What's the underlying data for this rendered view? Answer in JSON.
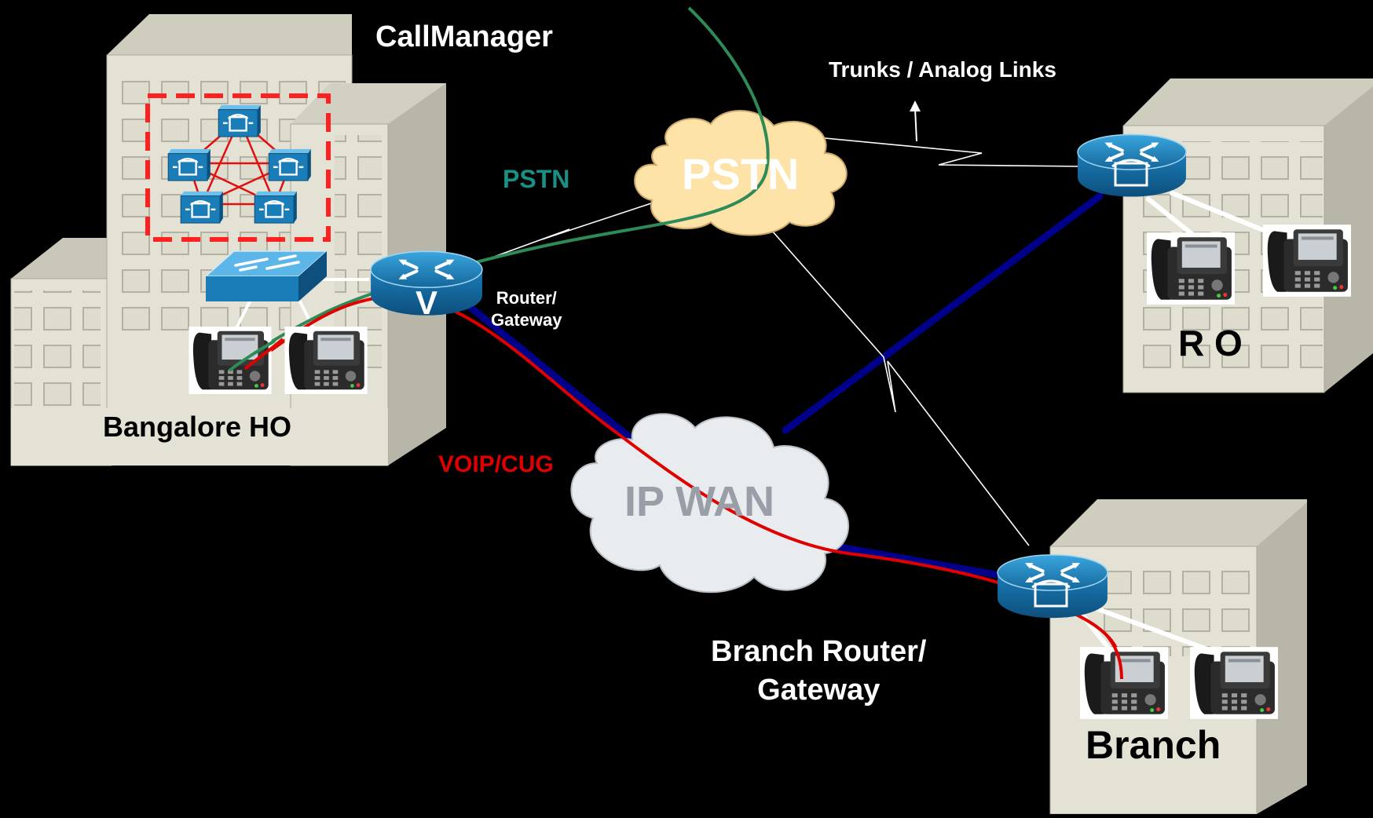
{
  "labels": {
    "callmanager": "CallManager",
    "trunks": "Trunks / Analog Links",
    "pstn_link": "PSTN",
    "pstn_cloud": "PSTN",
    "router_gateway": "Router/\nGateway",
    "bangalore": "Bangalore HO",
    "voip": "VOIP/CUG",
    "ipwan": "IP WAN",
    "ro": "R O",
    "branch_router": "Branch Router/\nGateway",
    "branch": "Branch"
  },
  "colors": {
    "background": "#000000",
    "building": "#e4e2d4",
    "wan_link": "#00008b",
    "voip_path": "#e00000",
    "pstn_path": "#2e8b57",
    "device_blue": "#1b7db8",
    "pstn_cloud": "#fde3a7",
    "ipwan_cloud": "#e8ecef",
    "cluster_box": "#ff2020"
  },
  "icons": [
    "router-icon",
    "voice-gateway-icon",
    "switch-icon",
    "callmanager-icon",
    "ip-phone-icon",
    "building-icon",
    "cloud-icon"
  ]
}
